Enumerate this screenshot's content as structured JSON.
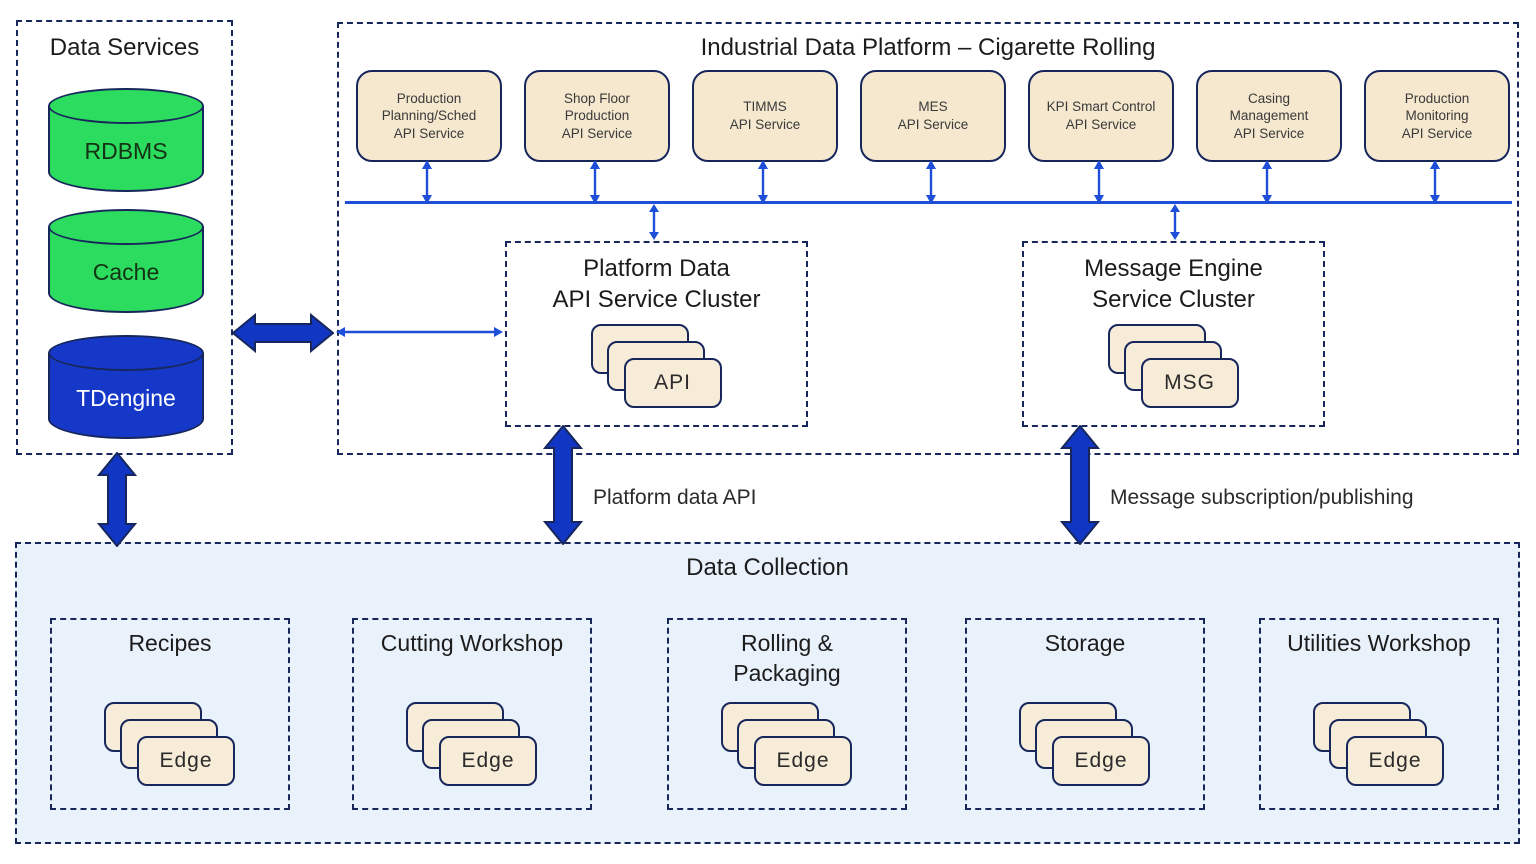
{
  "data_services": {
    "title": "Data Services",
    "databases": [
      {
        "label": "RDBMS",
        "color": "#2cdc5e"
      },
      {
        "label": "Cache",
        "color": "#2cdc5e"
      },
      {
        "label": "TDengine",
        "color": "#1538c8"
      }
    ]
  },
  "platform": {
    "title": "Industrial Data Platform – Cigarette Rolling",
    "api_services": [
      {
        "lines": [
          "Production",
          "Planning/Sched",
          "API Service"
        ]
      },
      {
        "lines": [
          "Shop Floor",
          "Production",
          "API Service"
        ]
      },
      {
        "lines": [
          "TIMMS",
          "API Service",
          ""
        ]
      },
      {
        "lines": [
          "MES",
          "API Service",
          ""
        ]
      },
      {
        "lines": [
          "KPI Smart Control",
          "API Service",
          ""
        ]
      },
      {
        "lines": [
          "Casing",
          "Management",
          "API Service"
        ]
      },
      {
        "lines": [
          "Production",
          "Monitoring",
          "API Service"
        ]
      }
    ],
    "clusters": [
      {
        "title_lines": [
          "Platform Data",
          "API Service Cluster"
        ],
        "card_label": "API"
      },
      {
        "title_lines": [
          "Message Engine",
          "Service Cluster"
        ],
        "card_label": "MSG"
      }
    ]
  },
  "connections": {
    "platform_data_api_label": "Platform data API",
    "message_label": "Message subscription/publishing"
  },
  "data_collection": {
    "title": "Data Collection",
    "groups": [
      {
        "title_lines": [
          "Recipes",
          ""
        ],
        "card_label": "Edge"
      },
      {
        "title_lines": [
          "Cutting Workshop",
          ""
        ],
        "card_label": "Edge"
      },
      {
        "title_lines": [
          "Rolling &",
          "Packaging"
        ],
        "card_label": "Edge"
      },
      {
        "title_lines": [
          "Storage",
          ""
        ],
        "card_label": "Edge"
      },
      {
        "title_lines": [
          "Utilities Workshop",
          ""
        ],
        "card_label": "Edge"
      }
    ]
  },
  "colors": {
    "border_navy": "#17275c",
    "line_blue": "#1f4fd8",
    "block_arrow_blue": "#1136c4",
    "db_green": "#2cdc5e",
    "db_blue": "#1538c8",
    "service_fill": "#f5e8cf",
    "card_fill": "#f6ecd8",
    "collection_bg": "#e9f1fb"
  }
}
